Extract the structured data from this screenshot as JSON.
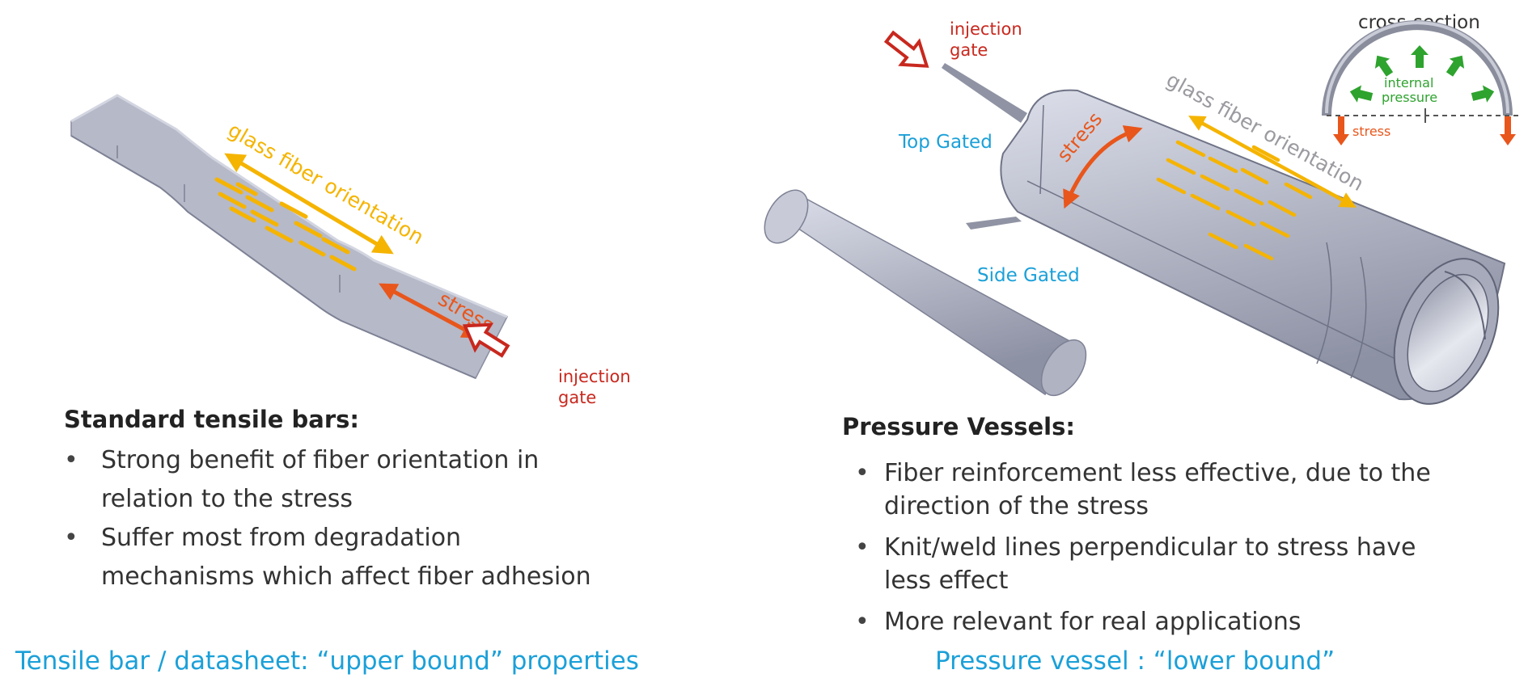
{
  "left": {
    "labels": {
      "fiber_orientation": "glass fiber orientation",
      "stress": "stress",
      "injection_gate_line1": "injection",
      "injection_gate_line2": "gate"
    },
    "heading": "Standard tensile bars:",
    "bullets": [
      {
        "line1": "Strong benefit of fiber orientation in",
        "line2": "relation to the stress"
      },
      {
        "line1": "Suffer most from degradation",
        "line2": "mechanisms which affect fiber adhesion"
      }
    ],
    "footer": "Tensile bar / datasheet: “upper bound” properties"
  },
  "right": {
    "labels": {
      "injection_gate_line1": "injection",
      "injection_gate_line2": "gate",
      "top_gated": "Top Gated",
      "side_gated": "Side Gated",
      "stress": "stress",
      "fiber_orientation": "glass fiber orientation",
      "cross_section": "cross-section",
      "internal_pressure_line1": "internal",
      "internal_pressure_line2": "pressure",
      "cross_section_stress": "stress"
    },
    "heading": "Pressure Vessels:",
    "bullets": [
      {
        "line1": "Fiber reinforcement less effective, due to the",
        "line2": "direction of the stress"
      },
      {
        "line1": "Knit/weld lines perpendicular to stress have",
        "line2": "less effect"
      },
      {
        "line1": "More relevant for real applications",
        "line2": ""
      }
    ],
    "footer": "Pressure vessel : “lower bound”"
  },
  "colors": {
    "fiber": "#f5b400",
    "stress": "#e8561c",
    "gate": "#c8281e",
    "blue_text": "#1ba0d8",
    "pressure": "#2ea32e",
    "part": "#b9bcca"
  }
}
